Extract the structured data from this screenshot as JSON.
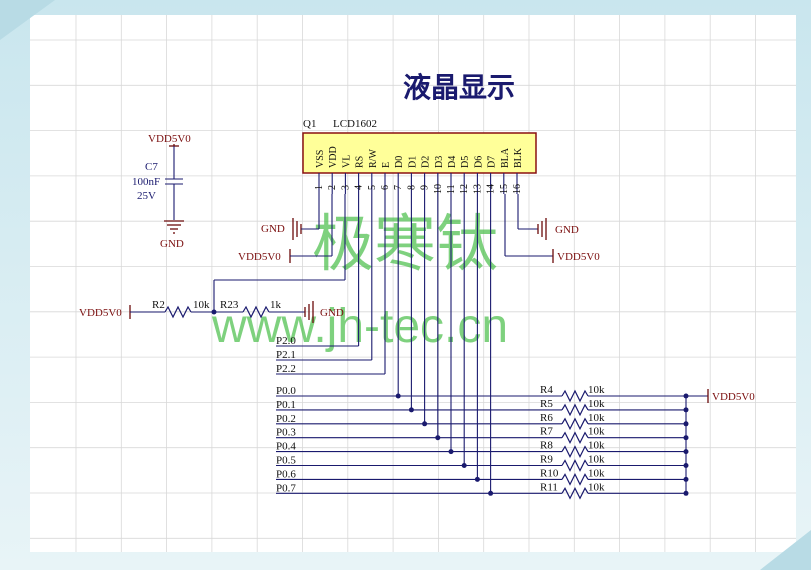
{
  "title": "液晶显示",
  "watermark": {
    "line1": "极寒钛",
    "line2": "www.jh-tec.cn"
  },
  "lcd": {
    "designator": "Q1",
    "part": "LCD1602",
    "pin_names": [
      "VSS",
      "VDD",
      "VL",
      "RS",
      "R/W",
      "E",
      "D0",
      "D1",
      "D2",
      "D3",
      "D4",
      "D5",
      "D6",
      "D7",
      "BLA",
      "BLK"
    ],
    "pin_numbers": [
      "1",
      "2",
      "3",
      "4",
      "5",
      "6",
      "7",
      "8",
      "9",
      "10",
      "11",
      "12",
      "13",
      "14",
      "15",
      "16"
    ]
  },
  "capacitor": {
    "supply": "VDD5V0",
    "designator": "C7",
    "value": "100nF",
    "voltage": "25V",
    "ground": "GND"
  },
  "left_nets": {
    "gnd": "GND",
    "vdd": "VDD5V0"
  },
  "right_nets": {
    "gnd": "GND",
    "vdd": "VDD5V0"
  },
  "divider": {
    "supply": "VDD5V0",
    "r_top": {
      "designator": "R2",
      "value": "10k"
    },
    "r_bottom": {
      "designator": "R23",
      "value": "1k"
    },
    "ground": "GND"
  },
  "control_ports": [
    "P2.0",
    "P2.1",
    "P2.2"
  ],
  "data_ports": [
    "P0.0",
    "P0.1",
    "P0.2",
    "P0.3",
    "P0.4",
    "P0.5",
    "P0.6",
    "P0.7"
  ],
  "pullups": {
    "designators": [
      "R4",
      "R5",
      "R6",
      "R7",
      "R8",
      "R9",
      "R10",
      "R11"
    ],
    "values": [
      "10k",
      "10k",
      "10k",
      "10k",
      "10k",
      "10k",
      "10k",
      "10k"
    ],
    "supply": "VDD5V0"
  },
  "colors": {
    "wire": "#1a1a6e",
    "component_body": "#ffff99",
    "power_label": "#7a0d0d",
    "watermark": "#4cbf4c",
    "background": "#cfe7ee"
  }
}
